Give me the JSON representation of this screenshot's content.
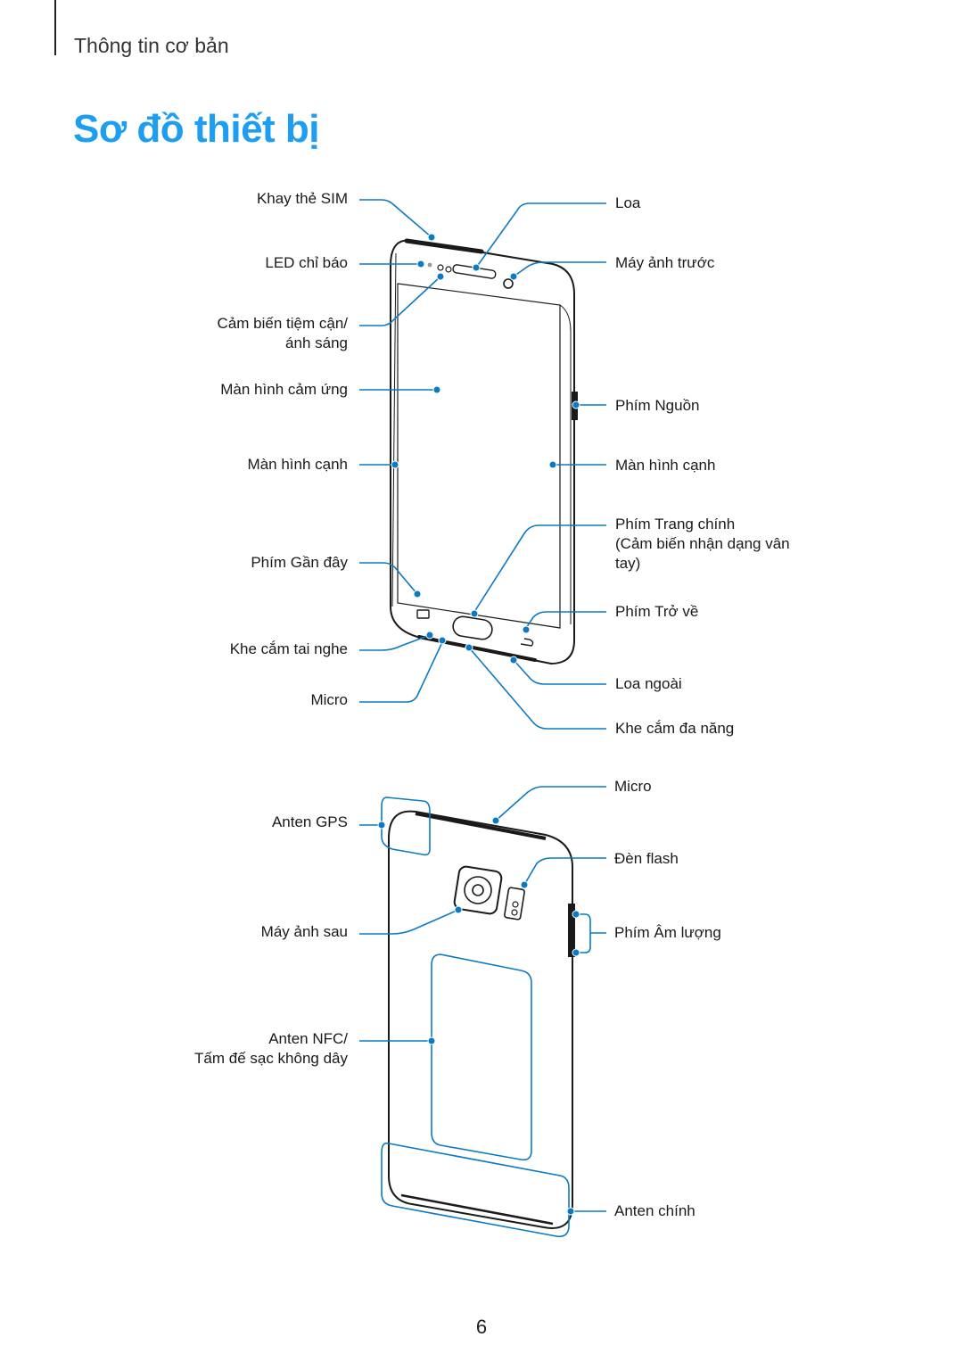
{
  "header": {
    "section": "Thông tin cơ bản"
  },
  "title": "Sơ đồ thiết bị",
  "front_labels": {
    "sim_tray": "Khay thẻ SIM",
    "led": "LED chỉ báo",
    "proximity_line1": "Cảm biến tiệm cận/",
    "proximity_line2": "ánh sáng",
    "touchscreen": "Màn hình cảm ứng",
    "edge_left": "Màn hình cạnh",
    "recents": "Phím Gần đây",
    "headset_jack": "Khe cắm tai nghe",
    "mic_bottom": "Micro",
    "speaker": "Loa",
    "front_camera": "Máy ảnh trước",
    "power_key": "Phím Nguồn",
    "edge_right": "Màn hình cạnh",
    "home_line1": "Phím Trang chính",
    "home_line2": "(Cảm biến nhận dạng vân",
    "home_line3": "tay)",
    "back_key": "Phím Trở về",
    "external_speaker": "Loa ngoài",
    "multipurpose_jack": "Khe cắm đa năng"
  },
  "back_labels": {
    "gps_antenna": "Anten GPS",
    "rear_camera": "Máy ảnh sau",
    "nfc_line1": "Anten NFC/",
    "nfc_line2": "Tấm đế sạc không dây",
    "mic_top": "Micro",
    "flash": "Đèn flash",
    "volume_key": "Phím Âm lượng",
    "main_antenna": "Anten chính"
  },
  "colors": {
    "accent": "#1e9ef1",
    "callout": "#0a7ac2",
    "outline": "#1a1a1a"
  },
  "page_number": "6"
}
